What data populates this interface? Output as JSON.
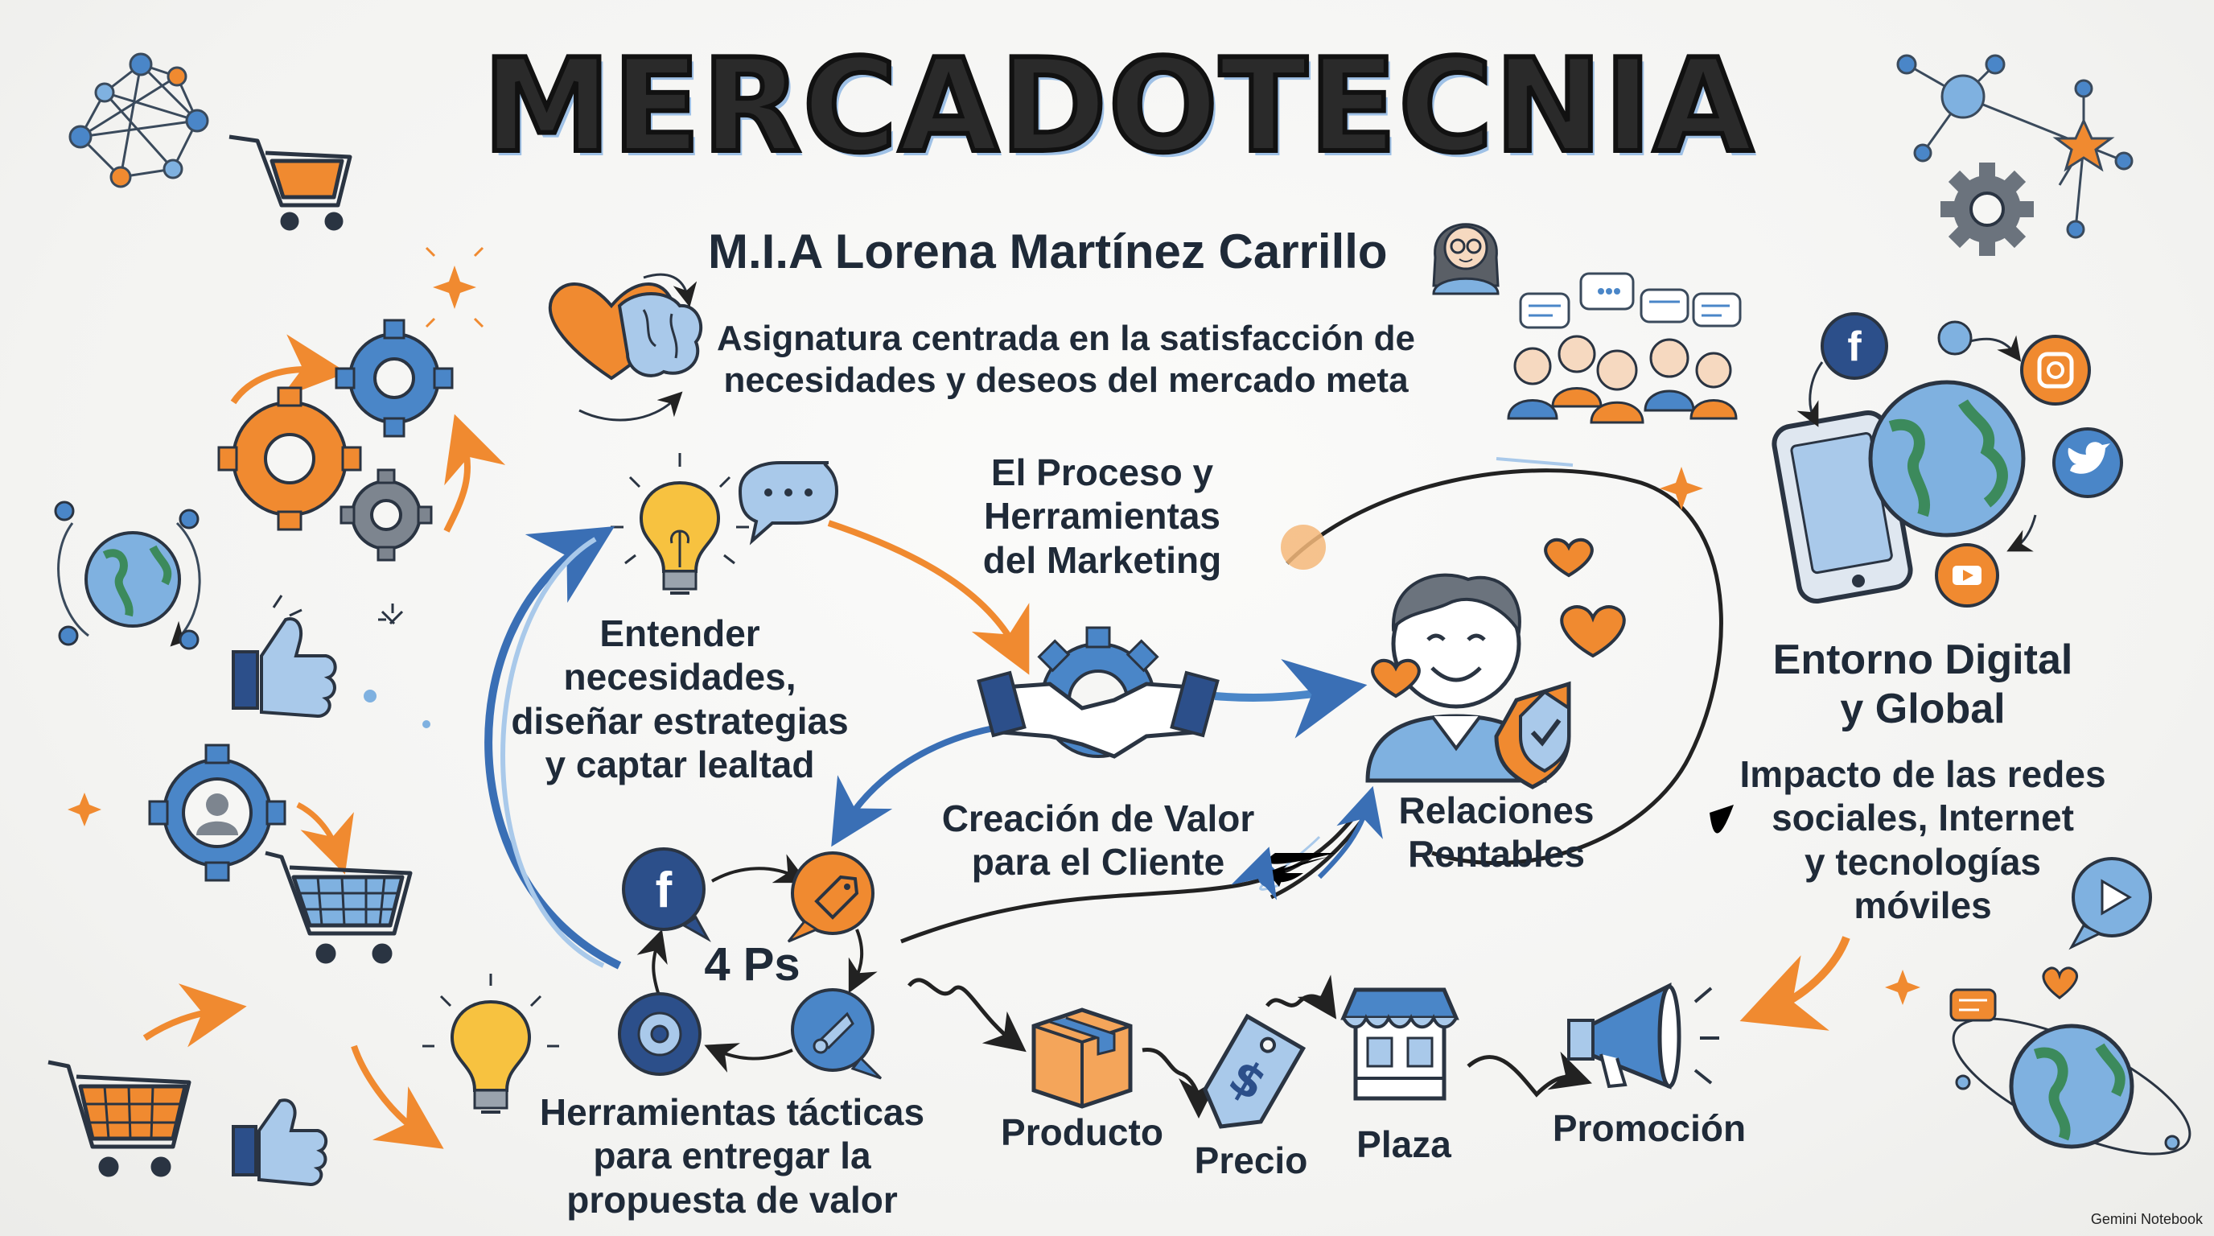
{
  "title": "MERCADOTECNIA",
  "author": "M.I.A Lorena Martínez Carrillo",
  "subject_line1": "Asignatura centrada en la satisfacción de",
  "subject_line2": "necesidades y deseos del mercado meta",
  "process_line1": "El Proceso y",
  "process_line2": "Herramientas",
  "process_line3": "del Marketing",
  "understand_line1": "Entender",
  "understand_line2": "necesidades,",
  "understand_line3": "diseñar estrategias",
  "understand_line4": "y captar lealtad",
  "value_line1": "Creación de Valor",
  "value_line2": "para el Cliente",
  "relations_line1": "Relaciones",
  "relations_line2": "Rentables",
  "digital_title_line1": "Entorno Digital",
  "digital_title_line2": "y Global",
  "digital_desc_line1": "Impacto de las redes",
  "digital_desc_line2": "sociales, Internet",
  "digital_desc_line3": "y tecnologías",
  "digital_desc_line4": "móviles",
  "four_ps": "4 Ps",
  "tactical_line1": "Herramientas tácticas",
  "tactical_line2": "para entregar la",
  "tactical_line3": "propuesta de valor",
  "ps": [
    "Producto",
    "Precio",
    "Plaza",
    "Promoción"
  ],
  "watermark": "Gemini Notebook",
  "colors": {
    "blue": "#4a86c8",
    "orange": "#f08a30",
    "navy": "#2c4f8a",
    "ink": "#1f2a38"
  }
}
